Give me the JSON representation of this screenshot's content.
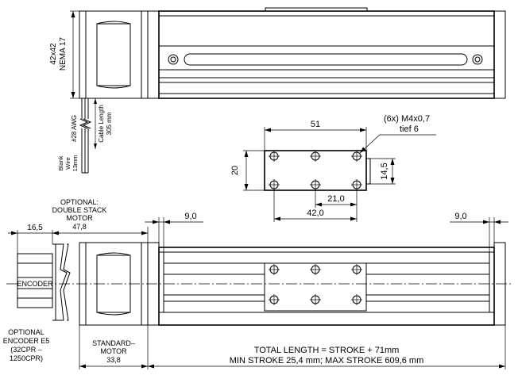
{
  "top_view": {
    "motor_size_line1": "42x42",
    "motor_size_line2": "NEMA 17",
    "awg_label": "#28 AWG",
    "cable_length_line1": "Cable Length",
    "cable_length_line2": "305 mm",
    "blank_wire_line1": "Blank",
    "blank_wire_line2": "Wire",
    "blank_wire_line3": "13mm"
  },
  "carriage_detail": {
    "width": "51",
    "height": "20",
    "thread_line1": "(6x) M4x0,7",
    "thread_line2": "tief 6",
    "side_height": "14,5",
    "hole_spacing_small": "21,0",
    "hole_spacing_large": "42,0"
  },
  "side_view": {
    "encoder_offset": "16,5",
    "optional_motor_line1": "OPTIONAL:",
    "optional_motor_line2": "DOUBLE STACK",
    "optional_motor_line3": "MOTOR",
    "optional_motor_length": "47,8",
    "left_offset": "9,0",
    "right_offset": "9,0",
    "encoder_label": "ENCODER",
    "optional_encoder_line1": "OPTIONAL",
    "optional_encoder_line2": "ENCODER E5",
    "optional_encoder_line3": "(32CPR –",
    "optional_encoder_line4": "1250CPR)",
    "standard_motor_line1": "STANDARD–",
    "standard_motor_line2": "MOTOR",
    "standard_motor_length": "33,8",
    "total_length": "TOTAL LENGTH = STROKE + 71mm",
    "stroke_range": "MIN STROKE 25,4 mm;  MAX STROKE 609,6 mm"
  }
}
